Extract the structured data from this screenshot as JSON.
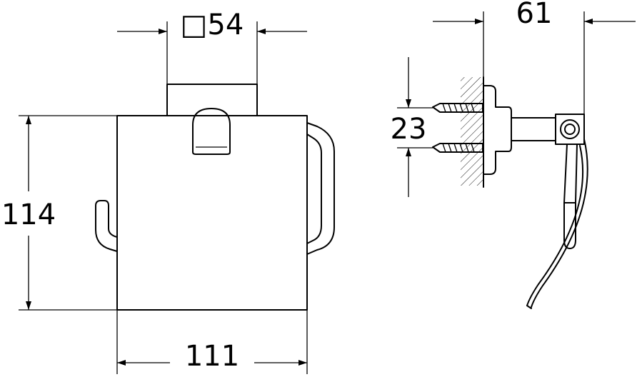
{
  "dimensions": {
    "mount_width": "□54",
    "depth": "61",
    "height": "114",
    "width": "111",
    "screw_spacing": "23"
  }
}
